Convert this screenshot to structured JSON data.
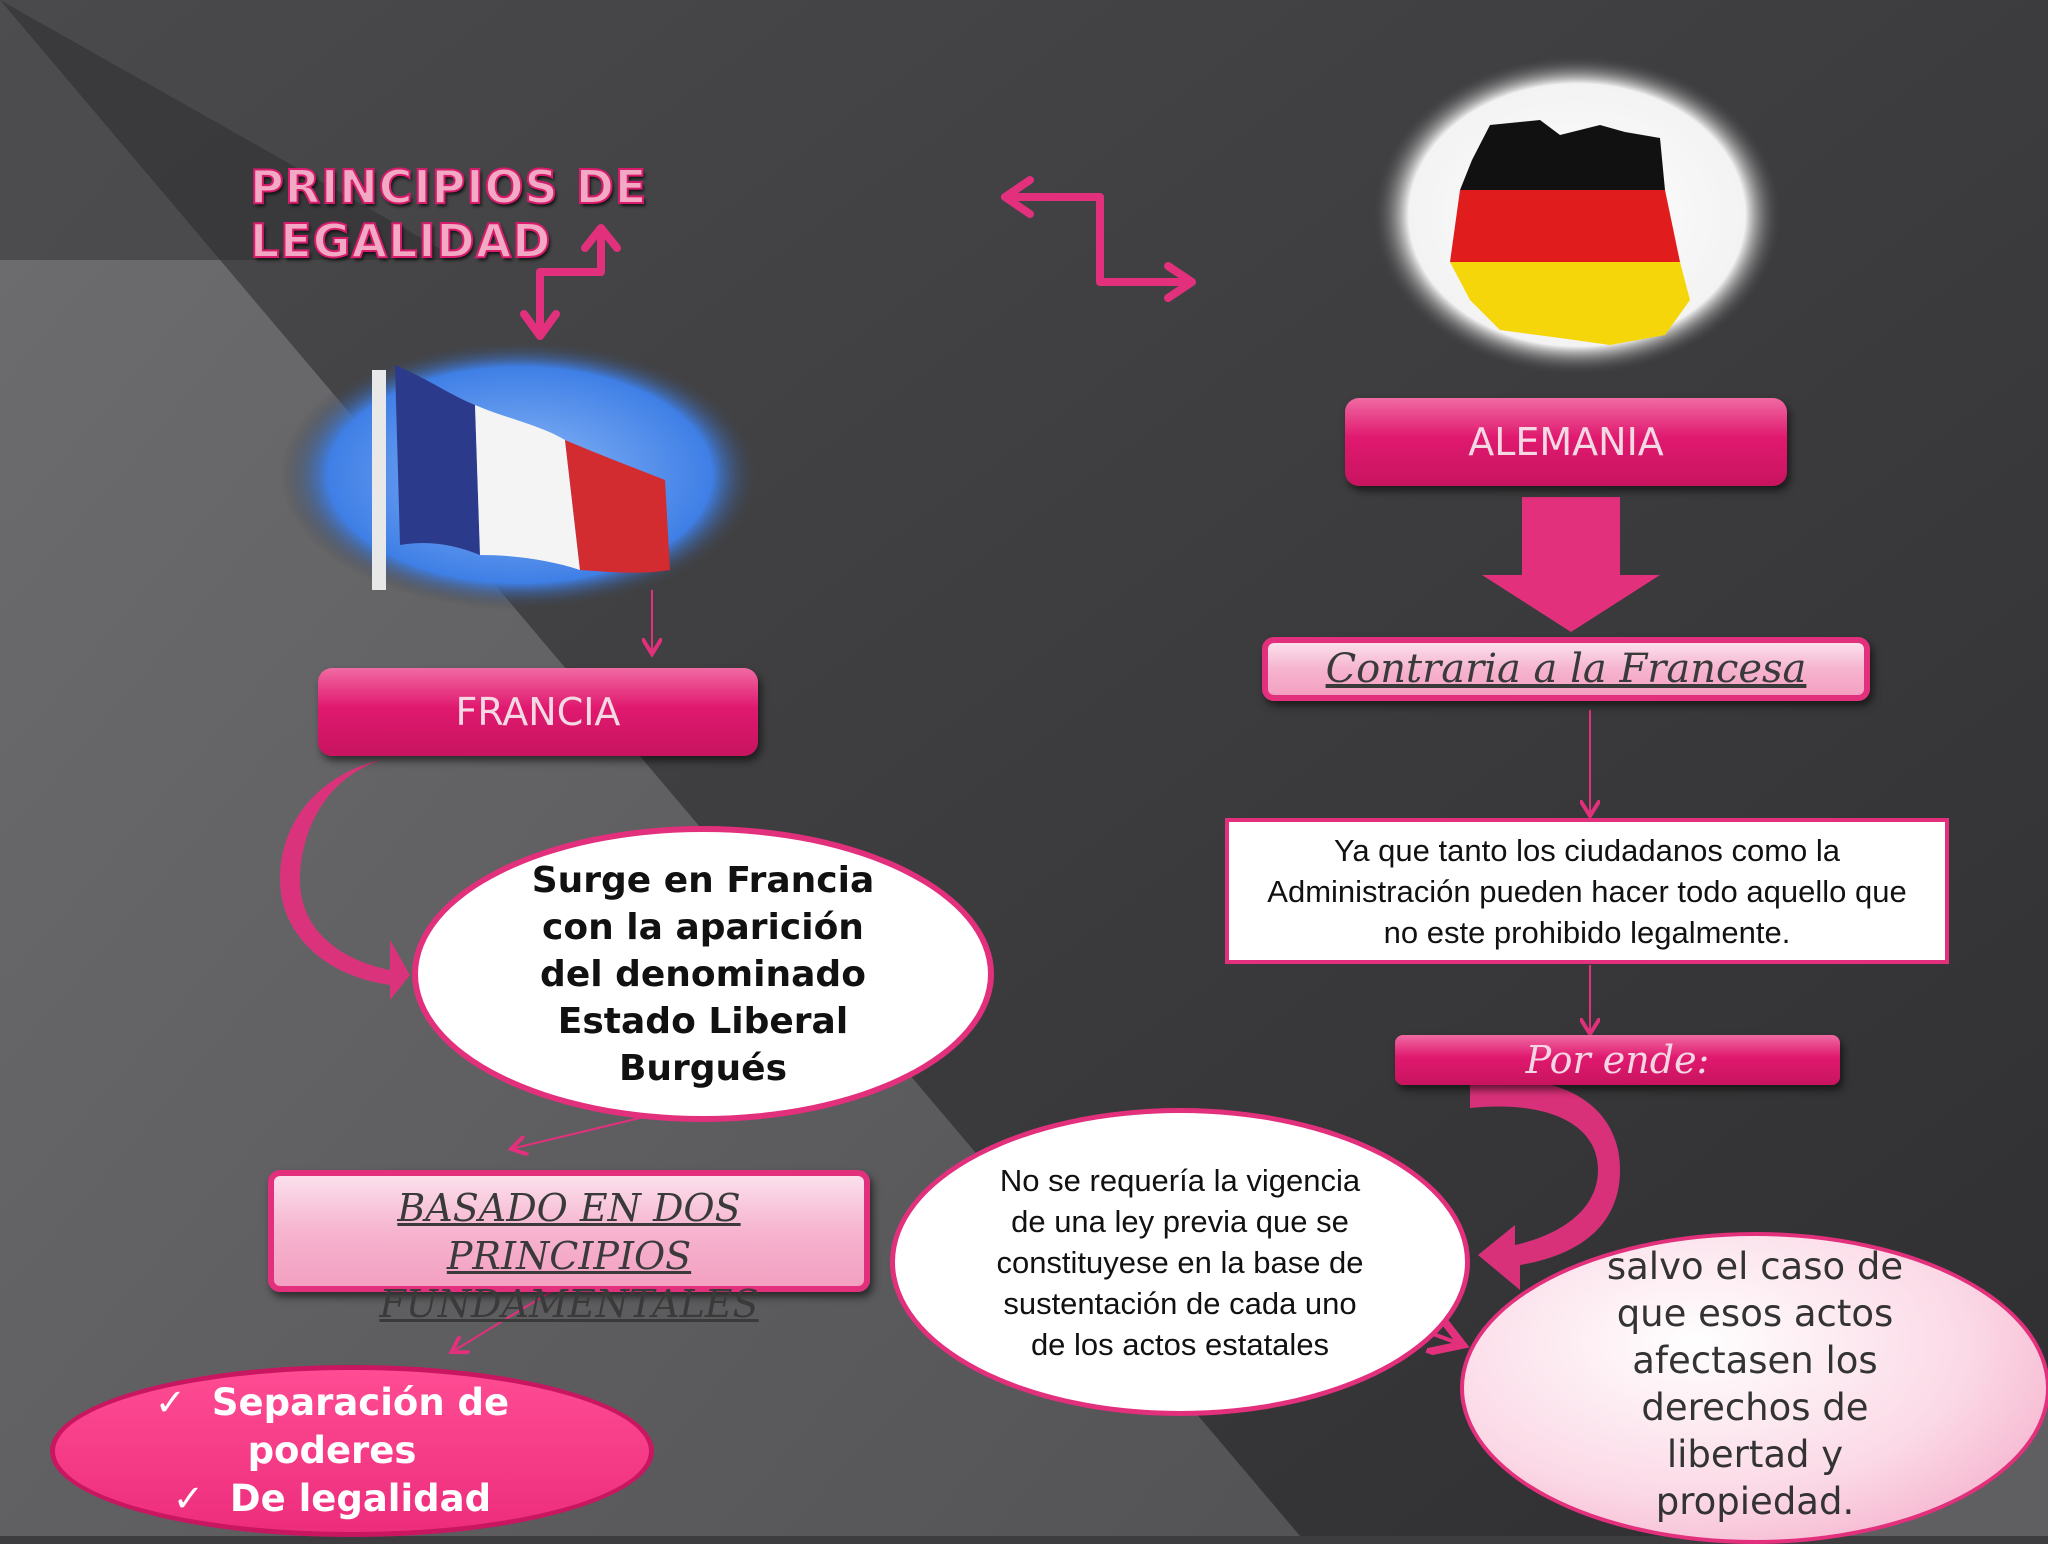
{
  "title": "PRINCIPIOS DE LEGALIDAD",
  "francia": {
    "label": "FRANCIA",
    "origin": "Surge en Francia con la aparición del denominado Estado Liberal Burgués",
    "based_on": [
      "BASADO EN DOS PRINCIPIOS",
      "FUNDAMENTALES"
    ],
    "principles": [
      {
        "check": "✓",
        "text": "Separación de"
      },
      {
        "check": "",
        "text": "poderes"
      },
      {
        "check": "✓",
        "text": "De legalidad"
      }
    ]
  },
  "alemania": {
    "label": "ALEMANIA",
    "contrary": "Contraria a la Francesa",
    "reason": "Ya que tanto los ciudadanos como la Administración pueden hacer todo aquello que no este prohibido legalmente.",
    "therefore": "Por ende:",
    "no_law": "No se requería la vigencia de una ley previa que se constituyese en la base de sustentación de cada uno de los actos estatales",
    "exception": "salvo el caso de que esos actos afectasen los derechos de libertad y propiedad."
  },
  "colors": {
    "pink": "#e2307c",
    "pink_light": "#f6b4cf",
    "background": "#3d3d3f"
  }
}
